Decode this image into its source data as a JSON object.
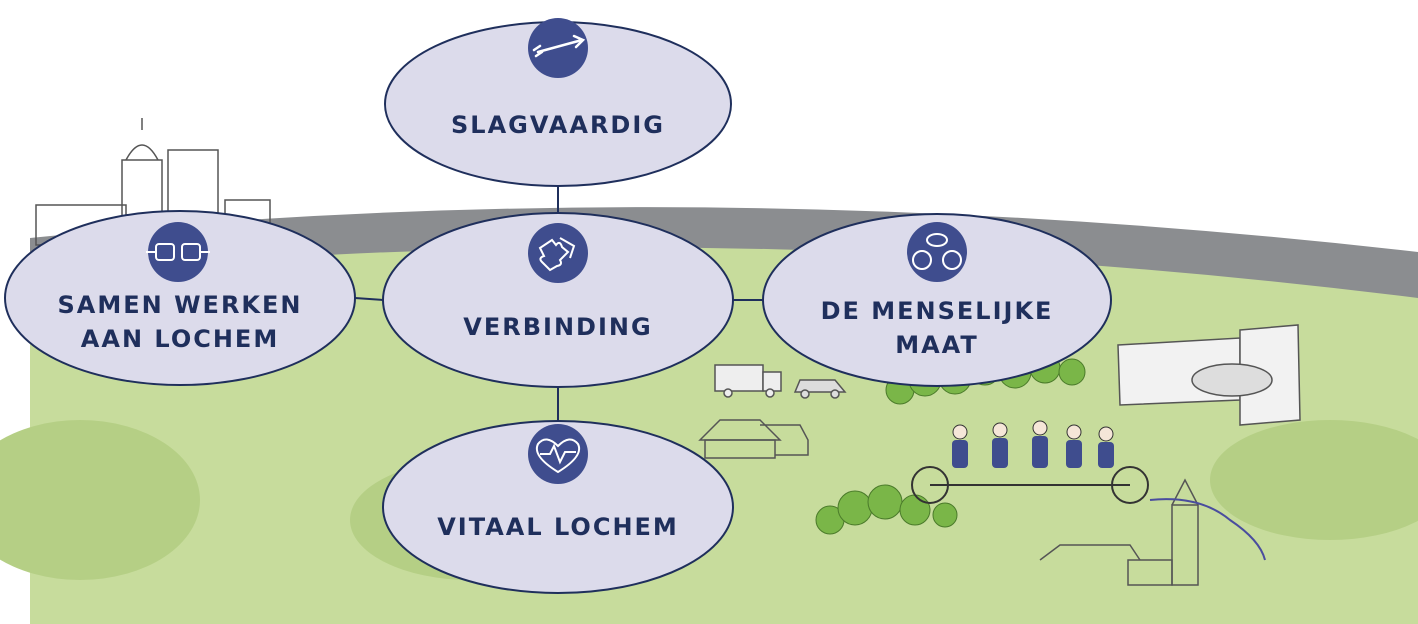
{
  "nodes": {
    "slagvaardig": {
      "lines": [
        "SLAGVAARDIG"
      ],
      "icon": "arrow-icon"
    },
    "verbinding": {
      "lines": [
        "VERBINDING"
      ],
      "icon": "puzzle-icon"
    },
    "samen_werken": {
      "lines": [
        "SAMEN WERKEN",
        "AAN LOCHEM"
      ],
      "icon": "fist-bump-icon"
    },
    "menselijke_maat": {
      "lines": [
        "DE MENSELIJKE",
        "MAAT"
      ],
      "icon": "conversation-icon"
    },
    "vitaal": {
      "lines": [
        "VITAAL LOCHEM"
      ],
      "icon": "heartbeat-icon"
    }
  },
  "edges": [
    [
      "slagvaardig",
      "verbinding"
    ],
    [
      "verbinding",
      "samen_werken"
    ],
    [
      "verbinding",
      "menselijke_maat"
    ],
    [
      "verbinding",
      "vitaal"
    ]
  ],
  "colors": {
    "node_fill": "#dcdbeb",
    "node_stroke": "#1f2f5c",
    "icon_circle": "#3f4d8e",
    "text": "#1f2f5c",
    "grass": "#c7dc9c",
    "grass_dark": "#b5cf85",
    "road": "#8b8d90",
    "trees": "#7ab648"
  }
}
